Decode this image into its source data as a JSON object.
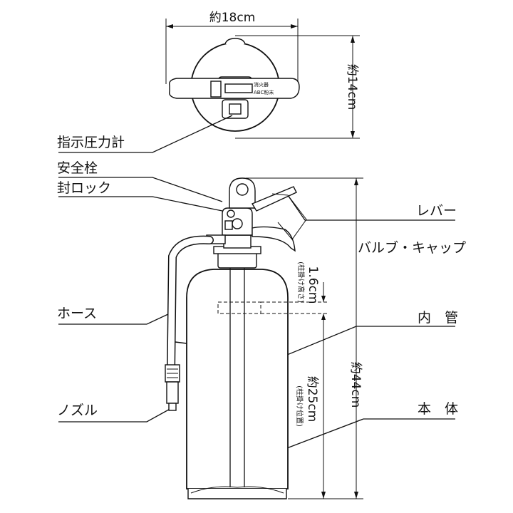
{
  "top_view": {
    "width_label": "約18cm",
    "depth_label": "約14cm",
    "gauge_text_1": "消火器",
    "gauge_text_2": "ABC粉末"
  },
  "labels": {
    "pressure_gauge": "指示圧力計",
    "safety_pin": "安全栓",
    "seal_lock": "封ロック",
    "hose": "ホース",
    "nozzle": "ノズル",
    "lever": "レバー",
    "valve_cap": "バルブ・キャップ",
    "inner_tube": "内　管",
    "main_body": "本　体"
  },
  "dimensions": {
    "height": "約44cm",
    "hang_height_note": "(柱掛け高さ)",
    "hang_height": "1.6cm",
    "hang_position_note": "(柱掛け位置)",
    "hang_position": "約25cm"
  }
}
